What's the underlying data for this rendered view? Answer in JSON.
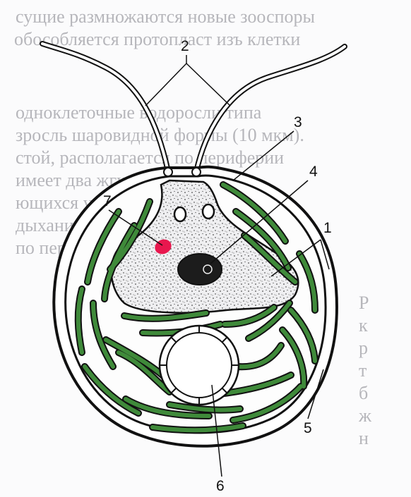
{
  "labels": {
    "l1": "1",
    "l2": "2",
    "l3": "3",
    "l4": "4",
    "l5": "5",
    "l6": "6",
    "l7": "7"
  },
  "colors": {
    "page": "#fbfbfc",
    "ink": "#111111",
    "chloroplast": "#3f8a3a",
    "stigma": "#e8174e",
    "nucleus": "#1c1c1c",
    "cytoplasm": "#ececee",
    "show_through_text": "#7f7f86"
  }
}
